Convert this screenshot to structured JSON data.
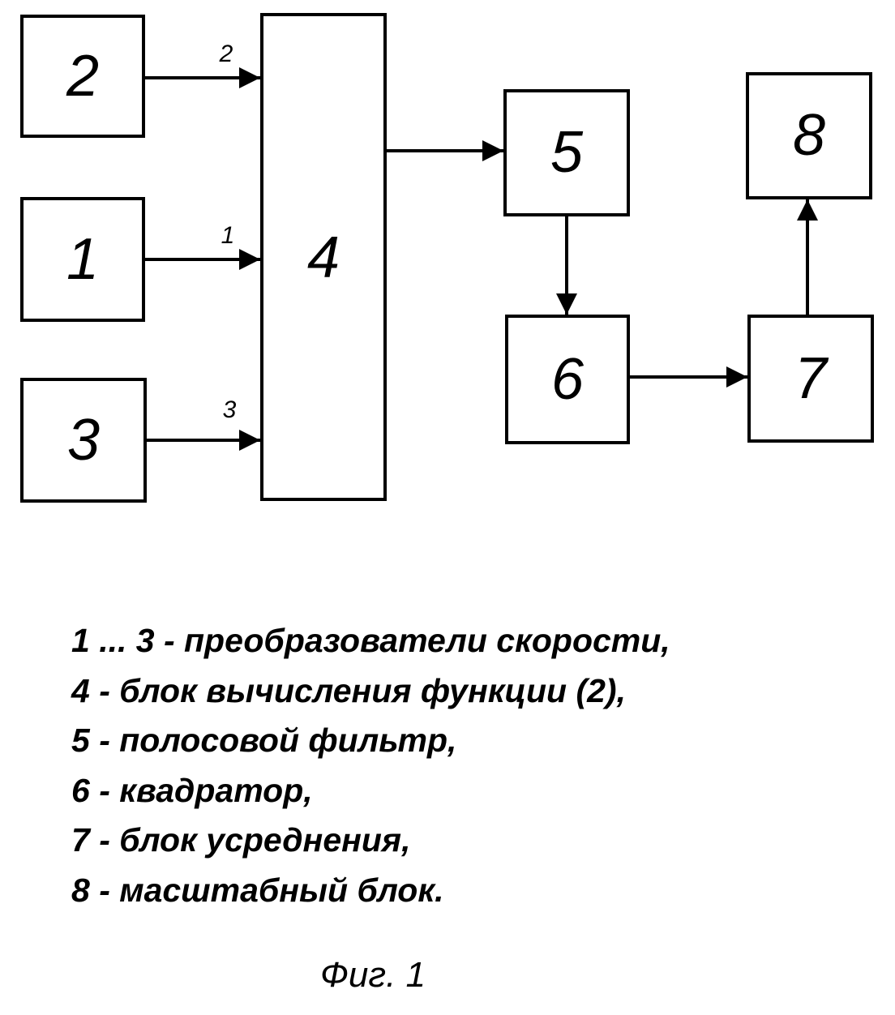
{
  "diagram": {
    "blocks": [
      {
        "id": "b2",
        "label": "2"
      },
      {
        "id": "b1",
        "label": "1"
      },
      {
        "id": "b3",
        "label": "3"
      },
      {
        "id": "b4",
        "label": "4"
      },
      {
        "id": "b5",
        "label": "5"
      },
      {
        "id": "b6",
        "label": "6"
      },
      {
        "id": "b7",
        "label": "7"
      },
      {
        "id": "b8",
        "label": "8"
      }
    ],
    "connections": [
      {
        "from": "2",
        "to": "4",
        "label": "2"
      },
      {
        "from": "1",
        "to": "4",
        "label": "1"
      },
      {
        "from": "3",
        "to": "4",
        "label": "3"
      },
      {
        "from": "4",
        "to": "5",
        "label": ""
      },
      {
        "from": "5",
        "to": "6",
        "label": ""
      },
      {
        "from": "6",
        "to": "7",
        "label": ""
      },
      {
        "from": "7",
        "to": "8",
        "label": ""
      }
    ]
  },
  "legend": [
    "1 ... 3 - преобразователи скорости,",
    "4 - блок вычисления функции (2),",
    "5 - полосовой фильтр,",
    "6 - квадратор,",
    "7 - блок усреднения,",
    "8 - масштабный блок."
  ],
  "caption": "Фиг. 1"
}
